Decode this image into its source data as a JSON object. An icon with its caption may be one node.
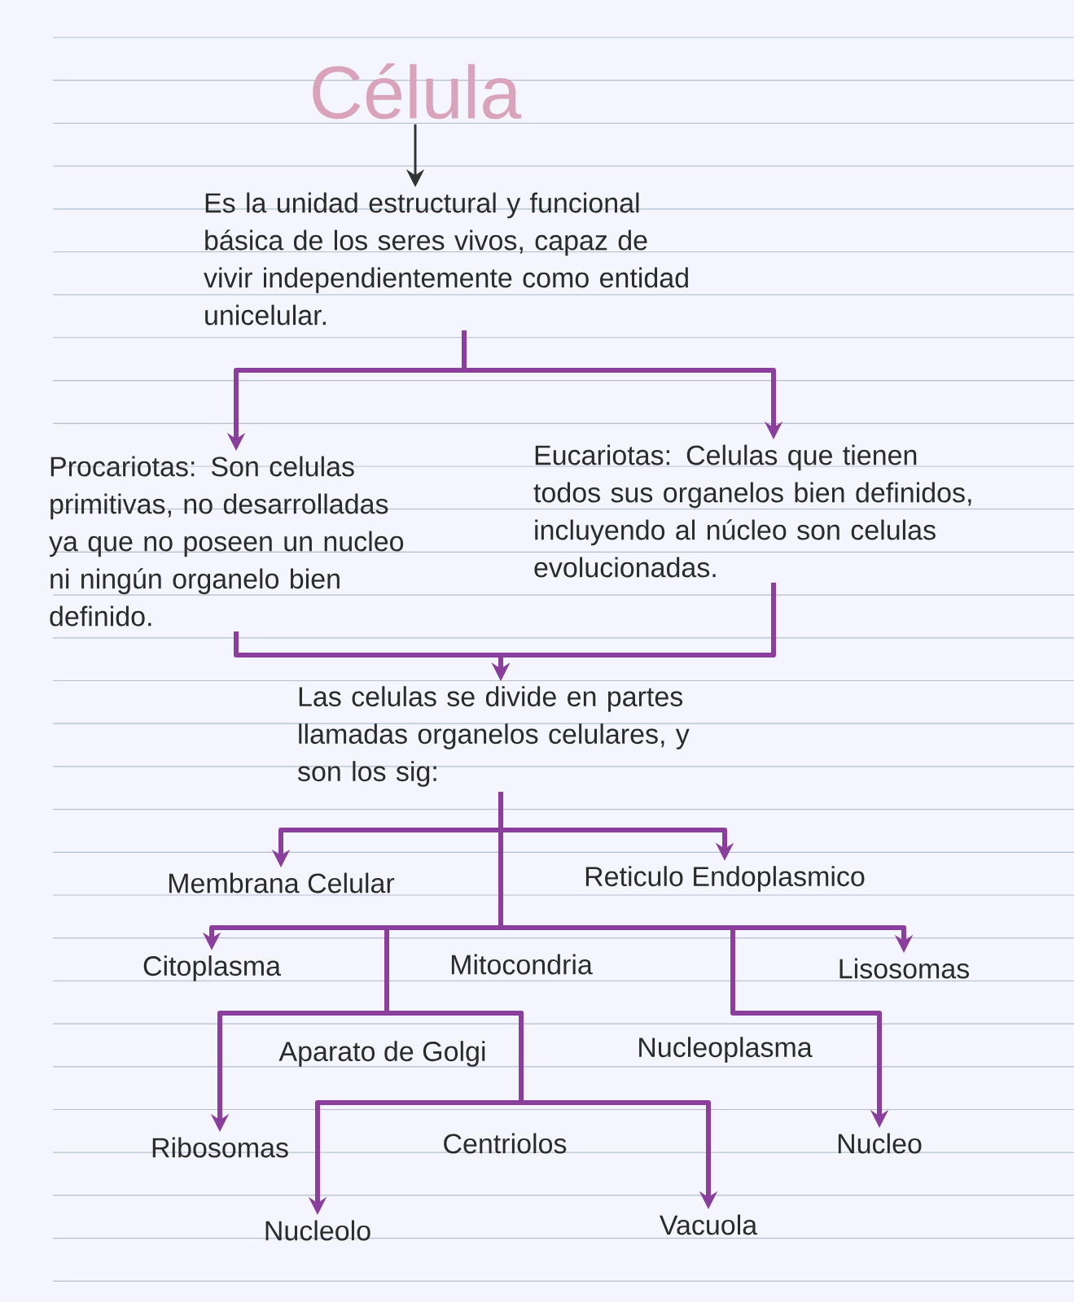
{
  "diagram": {
    "nodes": [
      {
        "text": [
          "Célula"
        ]
      },
      {
        "text": [
          "Es la unidad estructural y funcional básica de los seres vivos, capaz de vivir independientemente como entidad unicelular."
        ]
      },
      {
        "text": [
          "Procariotas: Son celulas primitivas, no desarrolladas ya que no poseen un nucleo ni ningún organelo bien definido."
        ]
      },
      {
        "text": [
          "Eucariotas: Celulas que tienen todos sus organelos bien definidos, incluyendo al núcleo son celulas evolucionadas."
        ]
      },
      {
        "text": [
          "Las celulas se divide en partes llamadas organelos celulares, y son los sig:"
        ]
      },
      {
        "text": [
          "Membrana Celular"
        ]
      },
      {
        "text": [
          "Reticulo Endoplasmico"
        ]
      },
      {
        "text": [
          "Citoplasma"
        ]
      },
      {
        "text": [
          "Lisosomas"
        ]
      },
      {
        "text": [
          "Ribosomas"
        ]
      },
      {
        "text": [
          "Nucleo"
        ]
      },
      {
        "text": [
          "Nucleolo"
        ]
      },
      {
        "text": [
          "Vacuola"
        ]
      }
    ],
    "edges": [
      {
        "from": 0,
        "to": 1,
        "arrow": "to",
        "color": "#333333"
      },
      {
        "from": 1,
        "to": 2,
        "arrow": "to"
      },
      {
        "from": 1,
        "to": 3,
        "arrow": "to"
      },
      {
        "from": 2,
        "to": 4,
        "arrow": "to"
      },
      {
        "from": 3,
        "to": 4,
        "arrow": "to"
      },
      {
        "from": 4,
        "to": 5,
        "arrow": "to"
      },
      {
        "from": 4,
        "to": 6,
        "arrow": "to"
      },
      {
        "from": 4,
        "to": 7,
        "arrow": "to"
      },
      {
        "from": 4,
        "to": 8,
        "arrow": "to"
      },
      {
        "from": 4,
        "to": 9,
        "arrow": "to"
      },
      {
        "from": 4,
        "to": 10,
        "arrow": "to"
      },
      {
        "from": 4,
        "to": 11,
        "arrow": "to"
      },
      {
        "from": 4,
        "to": 12,
        "arrow": "to"
      }
    ],
    "labels": [
      "Mitocondria",
      "Aparato de Golgi",
      "Nucleoplasma",
      "Centriolos"
    ]
  }
}
